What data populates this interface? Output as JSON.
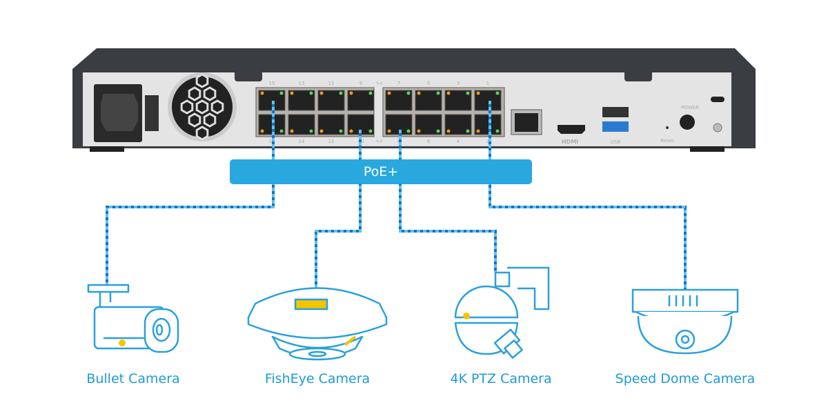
{
  "nvr": {
    "port_numbers_top": [
      "15",
      "13",
      "11",
      "9",
      "7",
      "5",
      "3",
      "1"
    ],
    "port_numbers_bottom": [
      "16",
      "14",
      "12",
      "10",
      "8",
      "6",
      "4",
      "2"
    ],
    "poe_mark": "ϟ+",
    "hdmi_label": "HDMI",
    "usb_label": "USB",
    "power_label": "POWER",
    "reset_label": "Reset"
  },
  "poe_bar": {
    "label": "PoE+"
  },
  "cameras": [
    {
      "label": "Bullet Camera"
    },
    {
      "label": "FishEye Camera"
    },
    {
      "label": "4K PTZ Camera"
    },
    {
      "label": "Speed Dome Camera"
    }
  ],
  "colors": {
    "accent": "#29a8e0",
    "highlight": "#f5c400",
    "chassis": "#3a3d42",
    "panel": "#e6e6e6"
  }
}
